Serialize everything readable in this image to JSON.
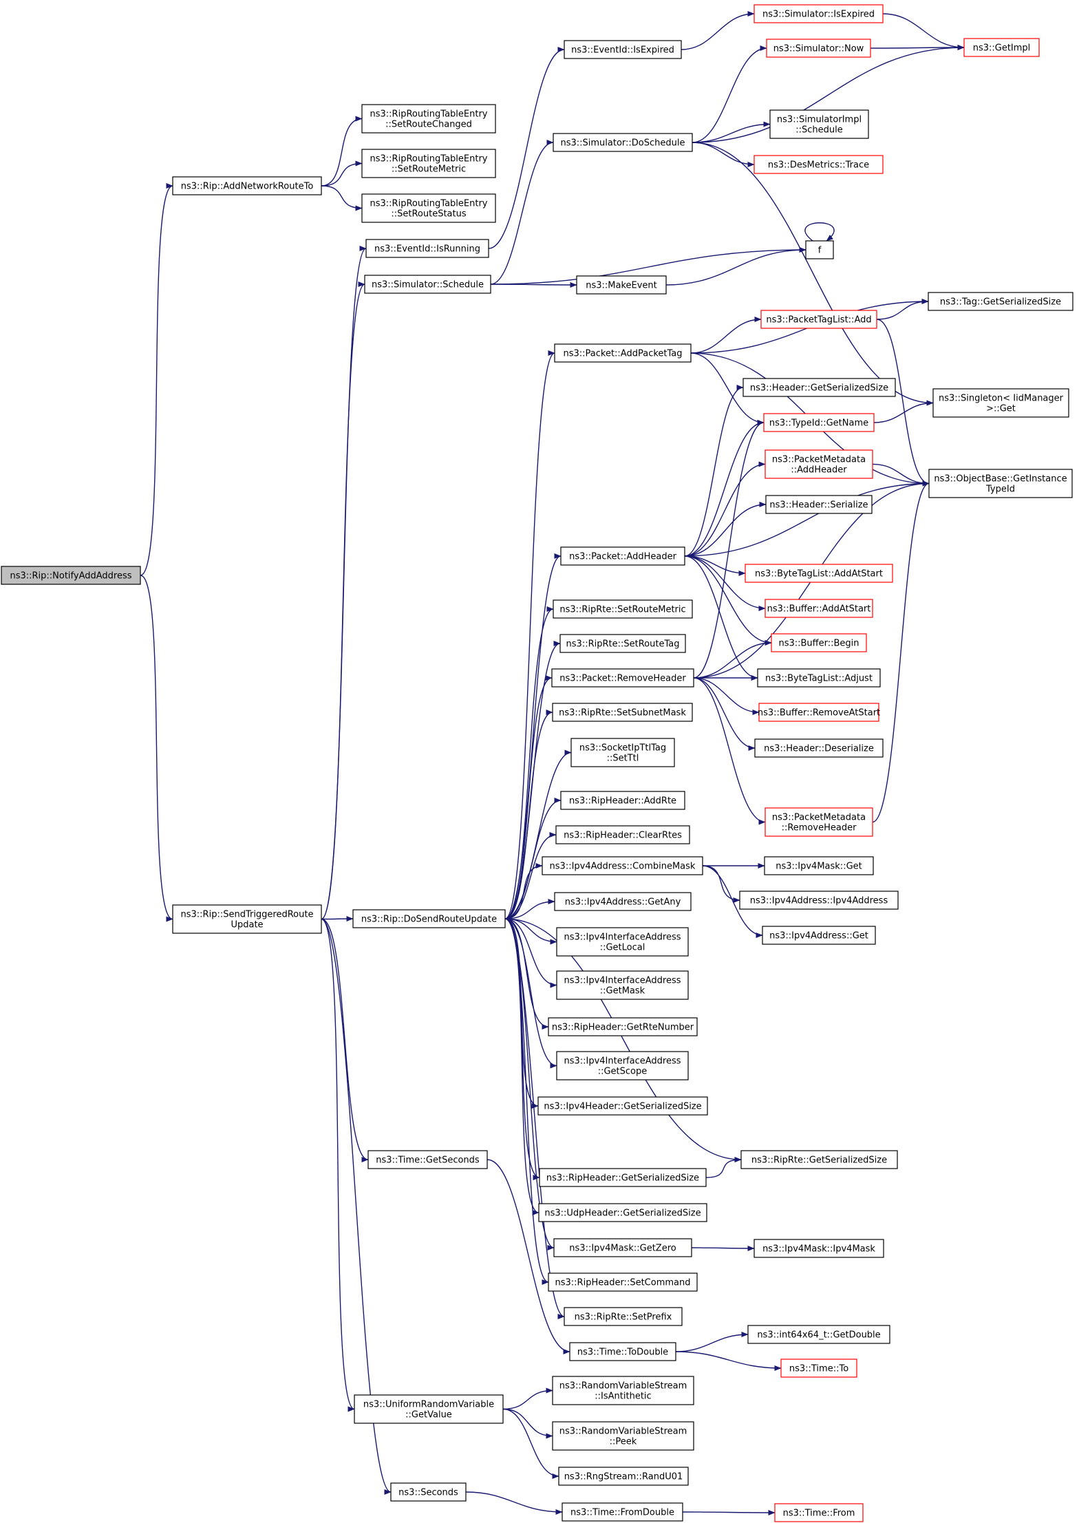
{
  "colors": {
    "edge": "#191970",
    "node_border": "#000000",
    "node_border_red": "#ff0000",
    "node_fill": "#ffffff",
    "root_fill": "#bfbfbf",
    "text": "#000000"
  },
  "graph": {
    "nodes": [
      {
        "id": "notify",
        "lines": [
          "ns3::Rip::NotifyAddAddress"
        ],
        "style": "root"
      },
      {
        "id": "addnet",
        "lines": [
          "ns3::Rip::AddNetworkRouteTo"
        ],
        "style": "normal"
      },
      {
        "id": "setchanged",
        "lines": [
          "ns3::RipRoutingTableEntry",
          "::SetRouteChanged"
        ],
        "style": "normal"
      },
      {
        "id": "setmetricE",
        "lines": [
          "ns3::RipRoutingTableEntry",
          "::SetRouteMetric"
        ],
        "style": "normal"
      },
      {
        "id": "setstatus",
        "lines": [
          "ns3::RipRoutingTableEntry",
          "::SetRouteStatus"
        ],
        "style": "normal"
      },
      {
        "id": "sendtrig",
        "lines": [
          "ns3::Rip::SendTriggeredRoute",
          "Update"
        ],
        "style": "normal"
      },
      {
        "id": "isrunning",
        "lines": [
          "ns3::EventId::IsRunning"
        ],
        "style": "normal"
      },
      {
        "id": "schedule",
        "lines": [
          "ns3::Simulator::Schedule"
        ],
        "style": "normal"
      },
      {
        "id": "evexpired",
        "lines": [
          "ns3::EventId::IsExpired"
        ],
        "style": "normal"
      },
      {
        "id": "simexpired",
        "lines": [
          "ns3::Simulator::IsExpired"
        ],
        "style": "red"
      },
      {
        "id": "getimpl",
        "lines": [
          "ns3::GetImpl"
        ],
        "style": "red"
      },
      {
        "id": "simnow",
        "lines": [
          "ns3::Simulator::Now"
        ],
        "style": "red"
      },
      {
        "id": "dosched",
        "lines": [
          "ns3::Simulator::DoSchedule"
        ],
        "style": "normal"
      },
      {
        "id": "implsched",
        "lines": [
          "ns3::SimulatorImpl",
          "::Schedule"
        ],
        "style": "normal"
      },
      {
        "id": "destrace",
        "lines": [
          "ns3::DesMetrics::Trace"
        ],
        "style": "red"
      },
      {
        "id": "f",
        "lines": [
          "f"
        ],
        "style": "normal"
      },
      {
        "id": "makeevent",
        "lines": [
          "ns3::MakeEvent"
        ],
        "style": "normal"
      },
      {
        "id": "tagsize",
        "lines": [
          "ns3::Tag::GetSerializedSize"
        ],
        "style": "normal"
      },
      {
        "id": "ptladd",
        "lines": [
          "ns3::PacketTagList::Add"
        ],
        "style": "red"
      },
      {
        "id": "addpkttag",
        "lines": [
          "ns3::Packet::AddPacketTag"
        ],
        "style": "normal"
      },
      {
        "id": "hdrsize",
        "lines": [
          "ns3::Header::GetSerializedSize"
        ],
        "style": "normal"
      },
      {
        "id": "singleton",
        "lines": [
          "ns3::Singleton< IidManager",
          " >::Get"
        ],
        "style": "normal"
      },
      {
        "id": "getname",
        "lines": [
          "ns3::TypeId::GetName"
        ],
        "style": "red"
      },
      {
        "id": "pmaddhdr",
        "lines": [
          "ns3::PacketMetadata",
          "::AddHeader"
        ],
        "style": "red"
      },
      {
        "id": "objbase",
        "lines": [
          "ns3::ObjectBase::GetInstance",
          "TypeId"
        ],
        "style": "normal"
      },
      {
        "id": "hdrser",
        "lines": [
          "ns3::Header::Serialize"
        ],
        "style": "normal"
      },
      {
        "id": "addheader",
        "lines": [
          "ns3::Packet::AddHeader"
        ],
        "style": "normal"
      },
      {
        "id": "btladdstart",
        "lines": [
          "ns3::ByteTagList::AddAtStart"
        ],
        "style": "red"
      },
      {
        "id": "bufaddstart",
        "lines": [
          "ns3::Buffer::AddAtStart"
        ],
        "style": "red"
      },
      {
        "id": "setroutemetric",
        "lines": [
          "ns3::RipRte::SetRouteMetric"
        ],
        "style": "normal"
      },
      {
        "id": "bufbegin",
        "lines": [
          "ns3::Buffer::Begin"
        ],
        "style": "red"
      },
      {
        "id": "setroutetag",
        "lines": [
          "ns3::RipRte::SetRouteTag"
        ],
        "style": "normal"
      },
      {
        "id": "removeheader",
        "lines": [
          "ns3::Packet::RemoveHeader"
        ],
        "style": "normal"
      },
      {
        "id": "btladjust",
        "lines": [
          "ns3::ByteTagList::Adjust"
        ],
        "style": "normal"
      },
      {
        "id": "setsubnet",
        "lines": [
          "ns3::RipRte::SetSubnetMask"
        ],
        "style": "normal"
      },
      {
        "id": "bufremstart",
        "lines": [
          "ns3::Buffer::RemoveAtStart"
        ],
        "style": "red"
      },
      {
        "id": "hdrdeser",
        "lines": [
          "ns3::Header::Deserialize"
        ],
        "style": "normal"
      },
      {
        "id": "setttl",
        "lines": [
          "ns3::SocketIpTtlTag",
          "::SetTtl"
        ],
        "style": "normal"
      },
      {
        "id": "addrte",
        "lines": [
          "ns3::RipHeader::AddRte"
        ],
        "style": "normal"
      },
      {
        "id": "pmremhdr",
        "lines": [
          "ns3::PacketMetadata",
          "::RemoveHeader"
        ],
        "style": "red"
      },
      {
        "id": "clearrtes",
        "lines": [
          "ns3::RipHeader::ClearRtes"
        ],
        "style": "normal"
      },
      {
        "id": "combinemask",
        "lines": [
          "ns3::Ipv4Address::CombineMask"
        ],
        "style": "normal"
      },
      {
        "id": "maskget",
        "lines": [
          "ns3::Ipv4Mask::Get"
        ],
        "style": "normal"
      },
      {
        "id": "ipv4addrctor",
        "lines": [
          "ns3::Ipv4Address::Ipv4Address"
        ],
        "style": "normal"
      },
      {
        "id": "getany",
        "lines": [
          "ns3::Ipv4Address::GetAny"
        ],
        "style": "normal"
      },
      {
        "id": "addrget",
        "lines": [
          "ns3::Ipv4Address::Get"
        ],
        "style": "normal"
      },
      {
        "id": "dosend",
        "lines": [
          "ns3::Rip::DoSendRouteUpdate"
        ],
        "style": "normal"
      },
      {
        "id": "getlocal",
        "lines": [
          "ns3::Ipv4InterfaceAddress",
          "::GetLocal"
        ],
        "style": "normal"
      },
      {
        "id": "getmask",
        "lines": [
          "ns3::Ipv4InterfaceAddress",
          "::GetMask"
        ],
        "style": "normal"
      },
      {
        "id": "rtenumber",
        "lines": [
          "ns3::RipHeader::GetRteNumber"
        ],
        "style": "normal"
      },
      {
        "id": "getscope",
        "lines": [
          "ns3::Ipv4InterfaceAddress",
          "::GetScope"
        ],
        "style": "normal"
      },
      {
        "id": "ipv4hdrsize",
        "lines": [
          "ns3::Ipv4Header::GetSerializedSize"
        ],
        "style": "normal"
      },
      {
        "id": "getseconds",
        "lines": [
          "ns3::Time::GetSeconds"
        ],
        "style": "normal"
      },
      {
        "id": "riprtesize",
        "lines": [
          "ns3::RipRte::GetSerializedSize"
        ],
        "style": "normal"
      },
      {
        "id": "riphdrsize",
        "lines": [
          "ns3::RipHeader::GetSerializedSize"
        ],
        "style": "normal"
      },
      {
        "id": "udphdrsize",
        "lines": [
          "ns3::UdpHeader::GetSerializedSize"
        ],
        "style": "normal"
      },
      {
        "id": "getzero",
        "lines": [
          "ns3::Ipv4Mask::GetZero"
        ],
        "style": "normal"
      },
      {
        "id": "maskctor",
        "lines": [
          "ns3::Ipv4Mask::Ipv4Mask"
        ],
        "style": "normal"
      },
      {
        "id": "setcommand",
        "lines": [
          "ns3::RipHeader::SetCommand"
        ],
        "style": "normal"
      },
      {
        "id": "setprefix",
        "lines": [
          "ns3::RipRte::SetPrefix"
        ],
        "style": "normal"
      },
      {
        "id": "getdouble",
        "lines": [
          "ns3::int64x64_t::GetDouble"
        ],
        "style": "normal"
      },
      {
        "id": "todouble",
        "lines": [
          "ns3::Time::ToDouble"
        ],
        "style": "normal"
      },
      {
        "id": "timeto",
        "lines": [
          "ns3::Time::To"
        ],
        "style": "red"
      },
      {
        "id": "isanti",
        "lines": [
          "ns3::RandomVariableStream",
          "::IsAntithetic"
        ],
        "style": "normal"
      },
      {
        "id": "urvget",
        "lines": [
          "ns3::UniformRandomVariable",
          "::GetValue"
        ],
        "style": "normal"
      },
      {
        "id": "peek",
        "lines": [
          "ns3::RandomVariableStream",
          "::Peek"
        ],
        "style": "normal"
      },
      {
        "id": "randu01",
        "lines": [
          "ns3::RngStream::RandU01"
        ],
        "style": "normal"
      },
      {
        "id": "seconds",
        "lines": [
          "ns3::Seconds"
        ],
        "style": "normal"
      },
      {
        "id": "fromdouble",
        "lines": [
          "ns3::Time::FromDouble"
        ],
        "style": "normal"
      },
      {
        "id": "timefrom",
        "lines": [
          "ns3::Time::From"
        ],
        "style": "red"
      }
    ],
    "edges": [
      [
        "notify",
        "addnet"
      ],
      [
        "notify",
        "sendtrig"
      ],
      [
        "addnet",
        "setchanged"
      ],
      [
        "addnet",
        "setmetricE"
      ],
      [
        "addnet",
        "setstatus"
      ],
      [
        "sendtrig",
        "isrunning"
      ],
      [
        "sendtrig",
        "schedule"
      ],
      [
        "sendtrig",
        "dosend"
      ],
      [
        "sendtrig",
        "getseconds"
      ],
      [
        "sendtrig",
        "urvget"
      ],
      [
        "sendtrig",
        "seconds"
      ],
      [
        "isrunning",
        "evexpired"
      ],
      [
        "evexpired",
        "simexpired"
      ],
      [
        "simexpired",
        "getimpl"
      ],
      [
        "schedule",
        "dosched"
      ],
      [
        "schedule",
        "makeevent"
      ],
      [
        "schedule",
        "f"
      ],
      [
        "makeevent",
        "f"
      ],
      [
        "f",
        "f"
      ],
      [
        "dosched",
        "simnow"
      ],
      [
        "dosched",
        "getimpl"
      ],
      [
        "dosched",
        "implsched"
      ],
      [
        "dosched",
        "destrace"
      ],
      [
        "dosched",
        "singleton"
      ],
      [
        "simnow",
        "getimpl"
      ],
      [
        "dosend",
        "addpkttag"
      ],
      [
        "dosend",
        "addheader"
      ],
      [
        "dosend",
        "setroutemetric"
      ],
      [
        "dosend",
        "setroutetag"
      ],
      [
        "dosend",
        "removeheader"
      ],
      [
        "dosend",
        "setsubnet"
      ],
      [
        "dosend",
        "setttl"
      ],
      [
        "dosend",
        "addrte"
      ],
      [
        "dosend",
        "clearrtes"
      ],
      [
        "dosend",
        "combinemask"
      ],
      [
        "dosend",
        "getany"
      ],
      [
        "dosend",
        "getlocal"
      ],
      [
        "dosend",
        "getmask"
      ],
      [
        "dosend",
        "rtenumber"
      ],
      [
        "dosend",
        "getscope"
      ],
      [
        "dosend",
        "ipv4hdrsize"
      ],
      [
        "dosend",
        "riprtesize"
      ],
      [
        "dosend",
        "riphdrsize"
      ],
      [
        "dosend",
        "udphdrsize"
      ],
      [
        "dosend",
        "getzero"
      ],
      [
        "dosend",
        "setcommand"
      ],
      [
        "dosend",
        "setprefix"
      ],
      [
        "addpkttag",
        "tagsize"
      ],
      [
        "addpkttag",
        "ptladd"
      ],
      [
        "addpkttag",
        "getname"
      ],
      [
        "addpkttag",
        "objbase"
      ],
      [
        "ptladd",
        "tagsize"
      ],
      [
        "ptladd",
        "objbase"
      ],
      [
        "getname",
        "singleton"
      ],
      [
        "pmaddhdr",
        "objbase"
      ],
      [
        "pmremhdr",
        "objbase"
      ],
      [
        "addheader",
        "hdrsize"
      ],
      [
        "addheader",
        "getname"
      ],
      [
        "addheader",
        "pmaddhdr"
      ],
      [
        "addheader",
        "hdrser"
      ],
      [
        "addheader",
        "objbase"
      ],
      [
        "addheader",
        "btladdstart"
      ],
      [
        "addheader",
        "bufaddstart"
      ],
      [
        "addheader",
        "bufbegin"
      ],
      [
        "addheader",
        "btladjust"
      ],
      [
        "removeheader",
        "getname"
      ],
      [
        "removeheader",
        "bufbegin"
      ],
      [
        "removeheader",
        "btladjust"
      ],
      [
        "removeheader",
        "bufremstart"
      ],
      [
        "removeheader",
        "hdrdeser"
      ],
      [
        "removeheader",
        "pmremhdr"
      ],
      [
        "removeheader",
        "objbase"
      ],
      [
        "combinemask",
        "maskget"
      ],
      [
        "combinemask",
        "ipv4addrctor"
      ],
      [
        "combinemask",
        "addrget"
      ],
      [
        "riphdrsize",
        "riprtesize"
      ],
      [
        "getzero",
        "maskctor"
      ],
      [
        "getseconds",
        "todouble"
      ],
      [
        "todouble",
        "getdouble"
      ],
      [
        "todouble",
        "timeto"
      ],
      [
        "urvget",
        "isanti"
      ],
      [
        "urvget",
        "peek"
      ],
      [
        "urvget",
        "randu01"
      ],
      [
        "seconds",
        "fromdouble"
      ],
      [
        "fromdouble",
        "timefrom"
      ]
    ]
  }
}
